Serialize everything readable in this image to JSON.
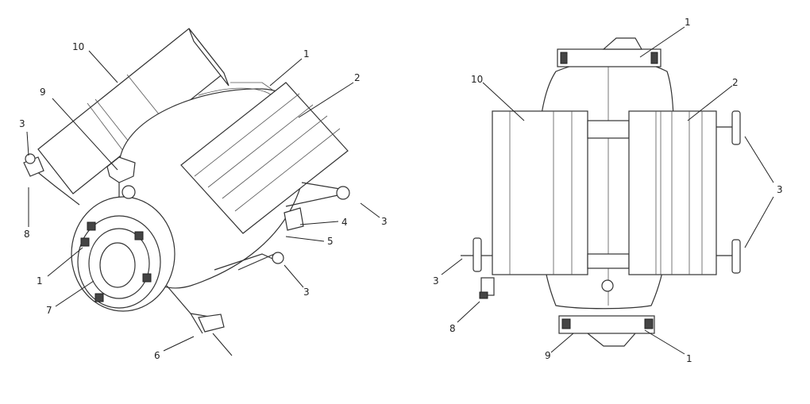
{
  "left_view": {
    "callouts": [
      "10",
      "1",
      "2",
      "9",
      "3",
      "8",
      "4",
      "5",
      "3",
      "1",
      "7",
      "3",
      "6"
    ]
  },
  "right_view": {
    "callouts": [
      "1",
      "10",
      "2",
      "3",
      "3",
      "8",
      "9",
      "1"
    ]
  }
}
